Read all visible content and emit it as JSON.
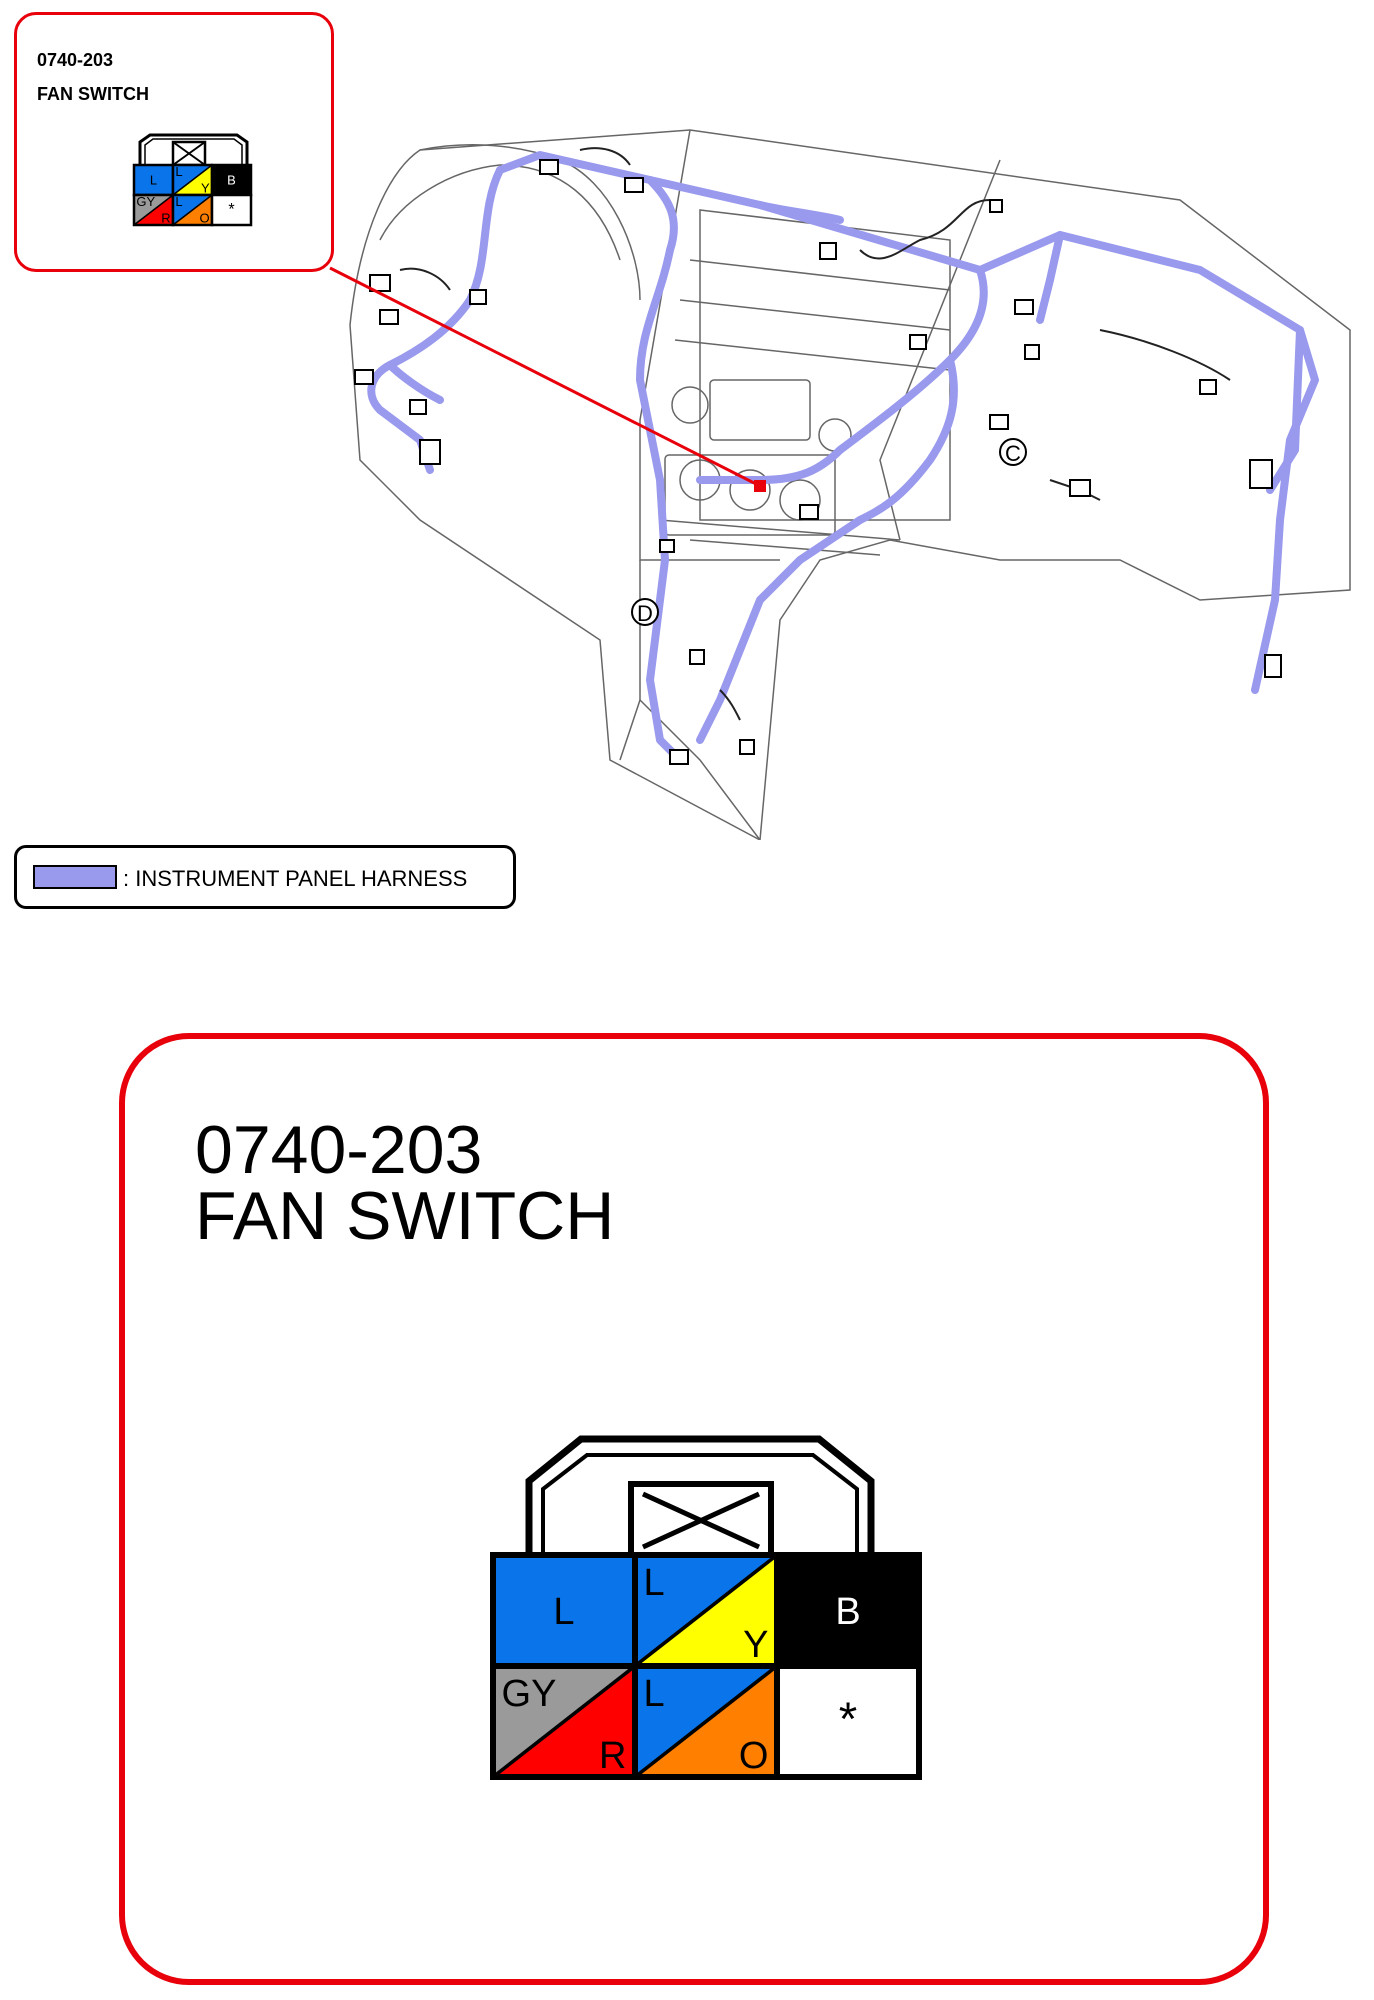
{
  "connector": {
    "code": "0740-203",
    "name": "FAN SWITCH",
    "pins": [
      {
        "top": "L",
        "bottom": "",
        "colors": [
          "#0a74ea"
        ]
      },
      {
        "top": "L",
        "bottom": "Y",
        "colors": [
          "#0a74ea",
          "#ffff00"
        ]
      },
      {
        "top": "B",
        "bottom": "",
        "colors": [
          "#000000"
        ]
      },
      {
        "top": "GY",
        "bottom": "R",
        "colors": [
          "#9a9a9a",
          "#ff0000"
        ]
      },
      {
        "top": "L",
        "bottom": "O",
        "colors": [
          "#0a74ea",
          "#ff8000"
        ]
      },
      {
        "top": "*",
        "bottom": "",
        "colors": [
          "#ffffff"
        ]
      }
    ]
  },
  "legend": {
    "label": ": INSTRUMENT PANEL HARNESS",
    "harness_color": "#9999ee"
  },
  "diagram": {
    "location_markers": [
      "C",
      "D"
    ],
    "callout_color": "#e8000b"
  }
}
